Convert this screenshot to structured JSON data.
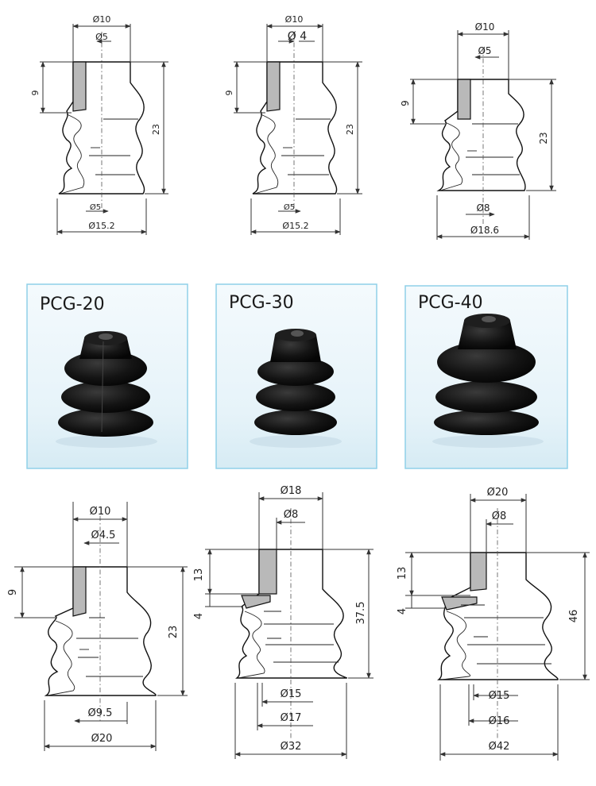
{
  "top_row": [
    {
      "id": "d1",
      "outer_top": "Ø10",
      "inner_top": "Ø5",
      "height_upper": "9",
      "height_total": "23",
      "inner_bottom": "Ø5",
      "outer_bottom": "Ø15.2"
    },
    {
      "id": "d2",
      "outer_top": "Ø10",
      "inner_top": "Ø 4",
      "height_upper": "9",
      "height_total": "23",
      "inner_bottom": "Ø5",
      "outer_bottom": "Ø15.2"
    },
    {
      "id": "d3",
      "outer_top": "Ø10",
      "inner_top": "Ø5",
      "height_upper": "9",
      "height_total": "23",
      "inner_bottom": "Ø8",
      "outer_bottom": "Ø18.6"
    }
  ],
  "products": [
    {
      "label": "PCG-20"
    },
    {
      "label": "PCG-30"
    },
    {
      "label": "PCG-40"
    }
  ],
  "bottom_row": [
    {
      "id": "d4",
      "outer_top": "Ø10",
      "inner_top": "Ø4.5",
      "height_upper": "9",
      "height_total": "23",
      "inner_bottom": "Ø9.5",
      "outer_bottom": "Ø20"
    },
    {
      "id": "d5",
      "outer_top": "Ø18",
      "inner_top": "Ø8",
      "height_upper": "13",
      "height_step": "4",
      "height_total": "37.5",
      "inner_bottom_1": "Ø15",
      "inner_bottom_2": "Ø17",
      "outer_bottom": "Ø32"
    },
    {
      "id": "d6",
      "outer_top": "Ø20",
      "inner_top": "Ø8",
      "height_upper": "13",
      "height_step": "4",
      "height_total": "46",
      "inner_bottom_1": "Ø15",
      "inner_bottom_2": "Ø16",
      "outer_bottom": "Ø42"
    }
  ],
  "colors": {
    "panel_border": "#8fd0e8",
    "panel_bg": "#eef7fb",
    "rubber": "#141414",
    "hatch": "#b9b9b9"
  }
}
